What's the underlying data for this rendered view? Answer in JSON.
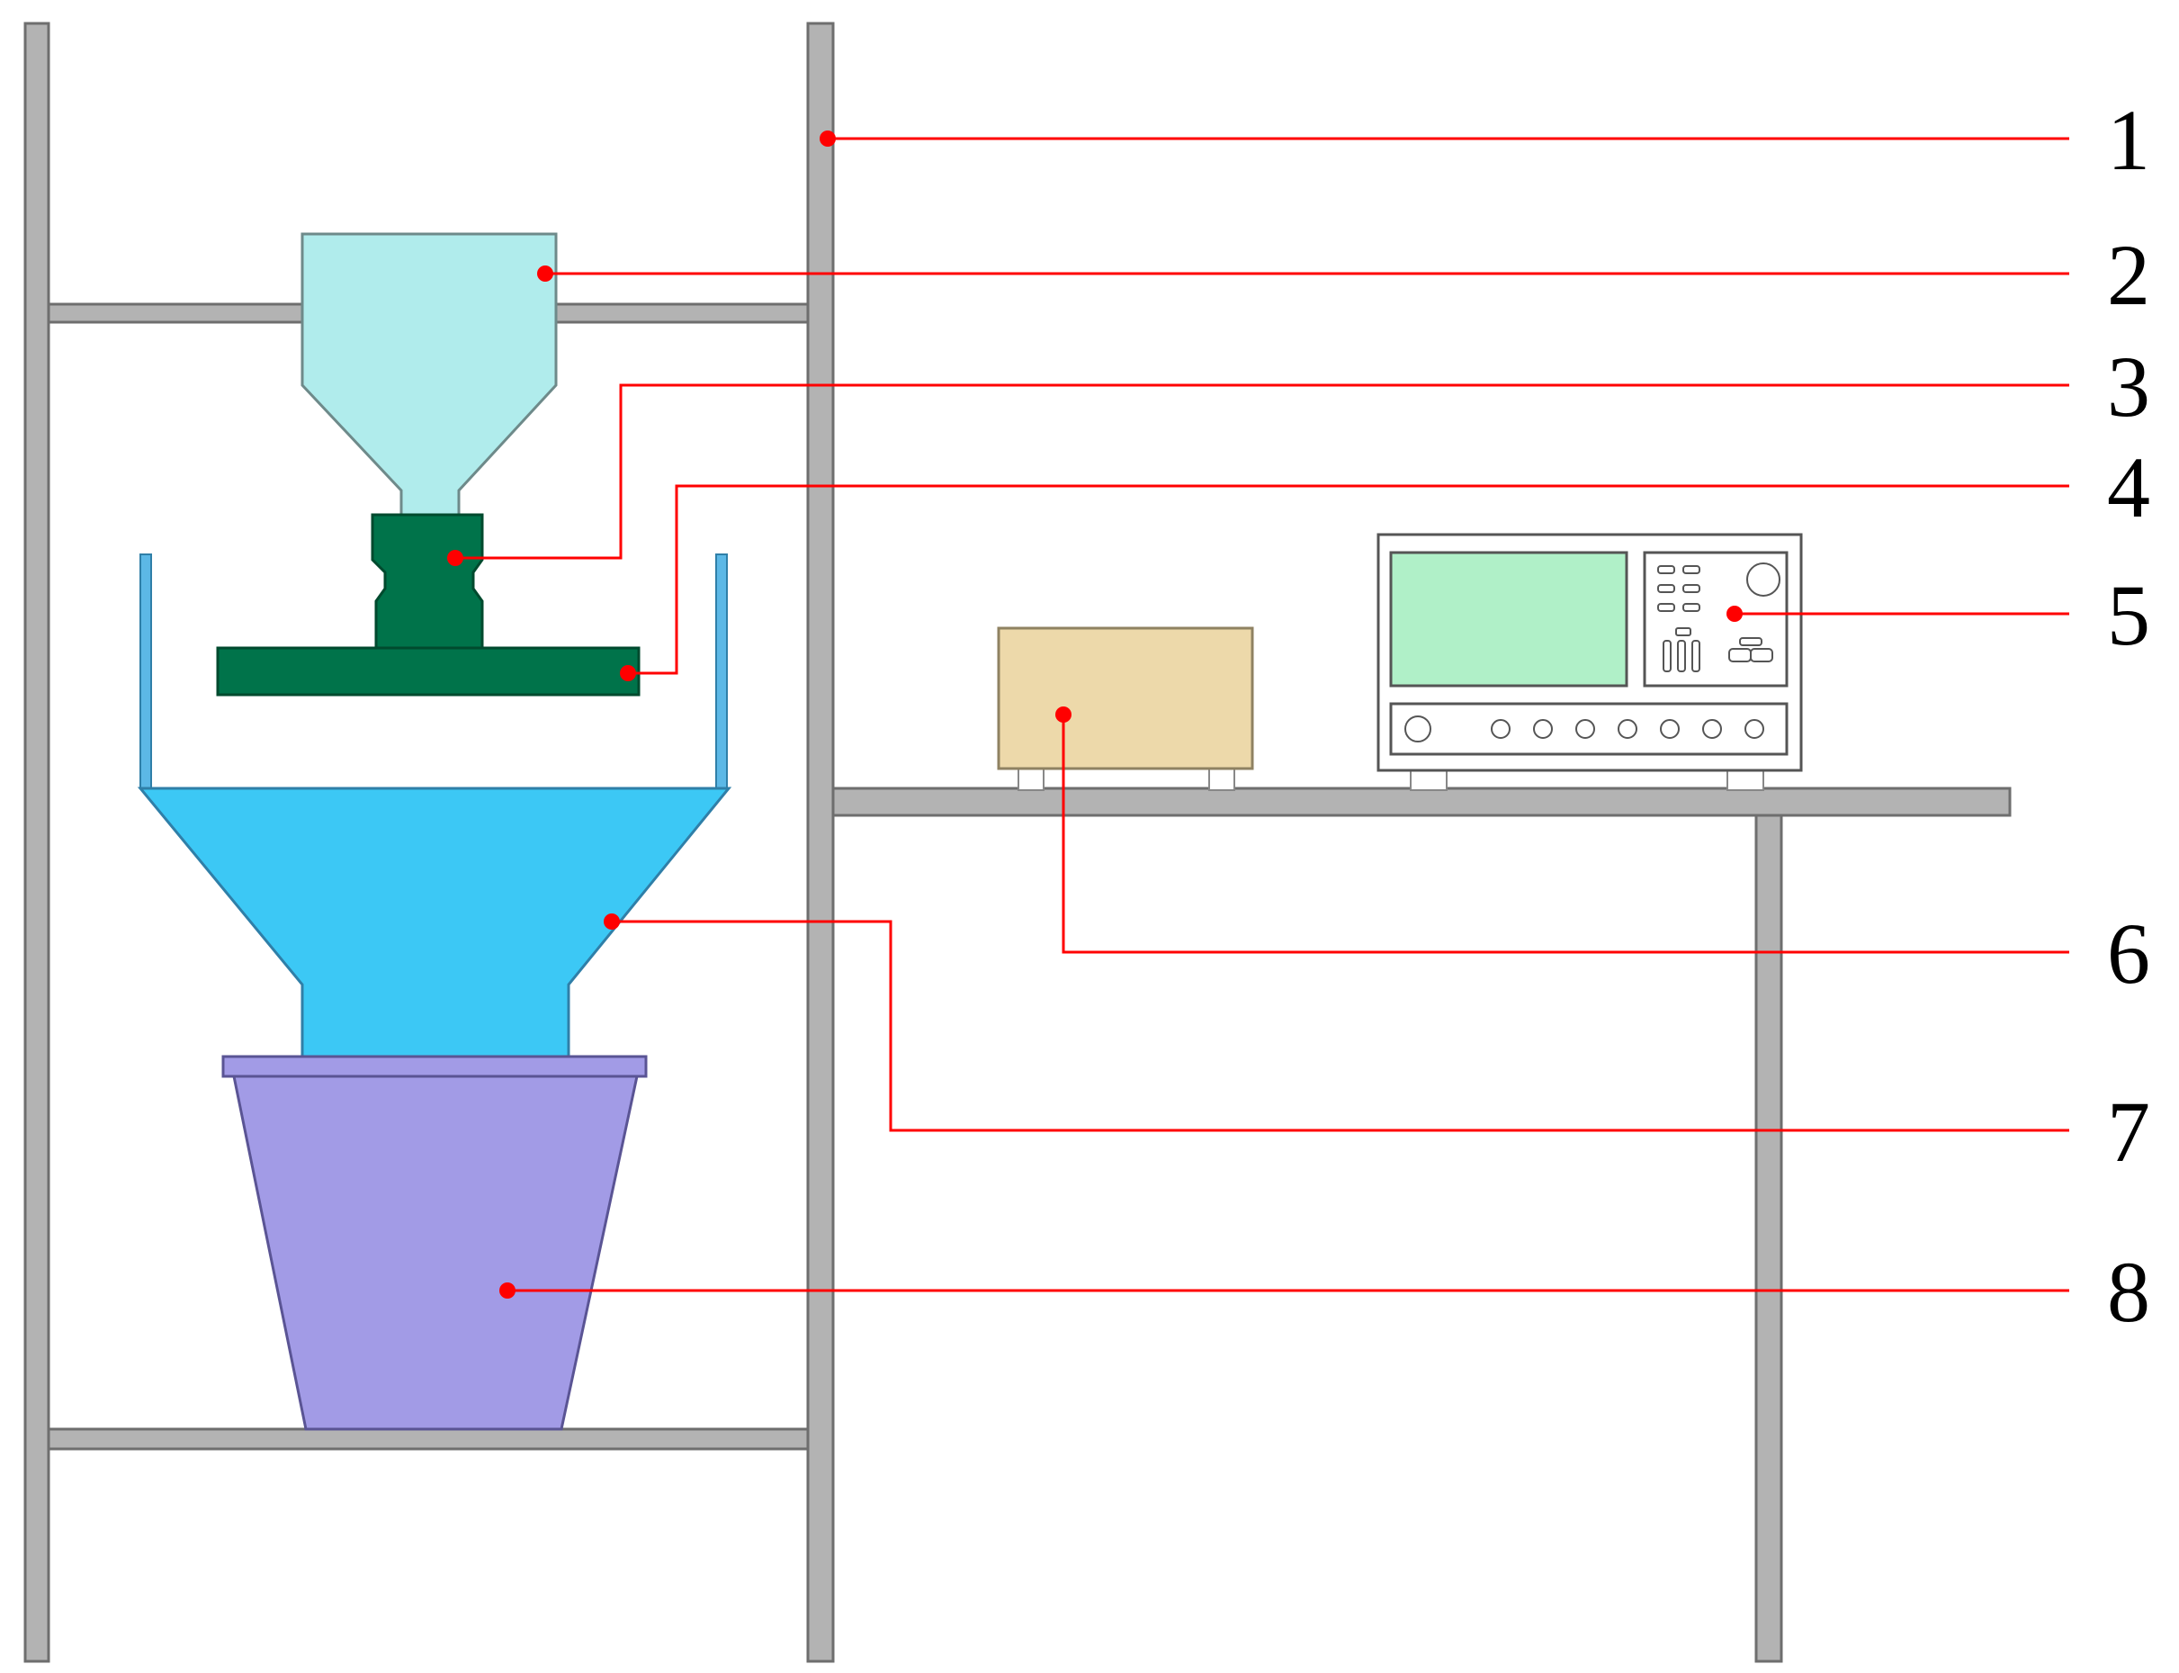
{
  "labels": [
    "1",
    "2",
    "3",
    "4",
    "5",
    "6",
    "7",
    "8"
  ],
  "colors": {
    "frame": "#b3b3b3",
    "hopper": "#b0ecec",
    "valve": "#00734a",
    "basin_walls": "#5cb8e6",
    "funnel": "#3cc8f5",
    "bucket": "#a29be6",
    "small_box": "#edd9aa",
    "screen": "#b0f0c8",
    "leader": "#ff0000"
  }
}
